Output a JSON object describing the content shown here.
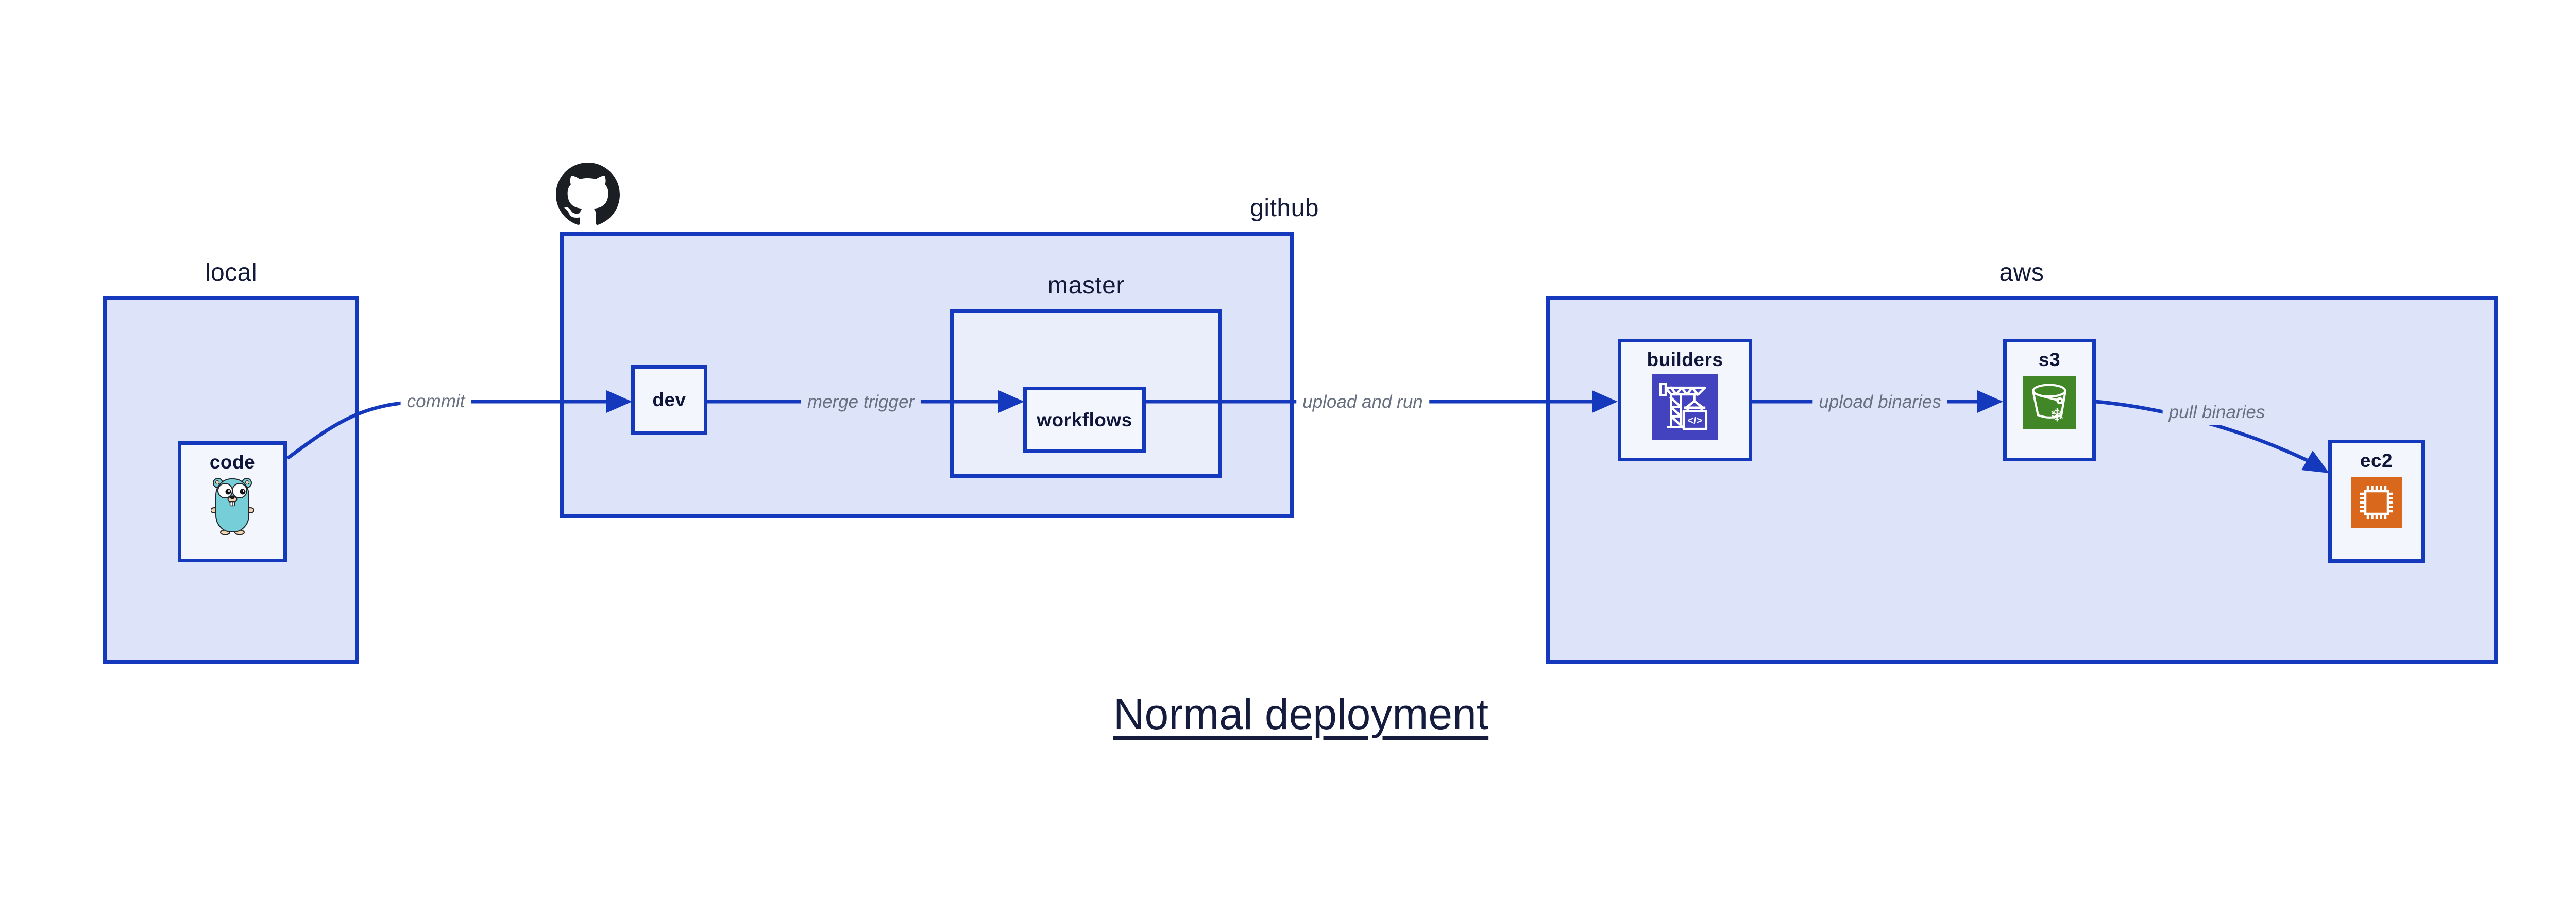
{
  "diagram": {
    "title": "Normal deployment",
    "nodes": {
      "local": "local",
      "code": "code",
      "github": "github",
      "dev": "dev",
      "master": "master",
      "workflows": "workflows",
      "aws": "aws",
      "builders": "builders",
      "s3": "s3",
      "ec2": "ec2"
    },
    "edges": [
      {
        "label": "commit",
        "from": "code",
        "to": "dev"
      },
      {
        "label": "merge trigger",
        "from": "dev",
        "to": "workflows"
      },
      {
        "label": "upload and run",
        "from": "workflows",
        "to": "builders"
      },
      {
        "label": "upload binaries",
        "from": "builders",
        "to": "s3"
      },
      {
        "label": "pull binaries",
        "from": "s3",
        "to": "ec2"
      }
    ],
    "icons": {
      "octocat": "github-octocat-icon",
      "gopher": "go-gopher-icon",
      "builders": "codebuild-crane-icon",
      "s3": "s3-glacier-bucket-icon",
      "ec2": "ec2-chip-icon"
    },
    "colors": {
      "stroke_blue": "#1539bd",
      "container_fill": "#dde4fa",
      "nested_fill": "#eaeefb",
      "leaf_fill": "#f3f6fd",
      "ink": "#131a3a",
      "edge_label_gray": "#697080",
      "codebuild_bg": "#4343bf",
      "s3_glacier_bg": "#418727",
      "ec2_bg": "#d9671c",
      "octocat_black": "#1b1f23",
      "gopher_teal": "#76ced8"
    }
  }
}
